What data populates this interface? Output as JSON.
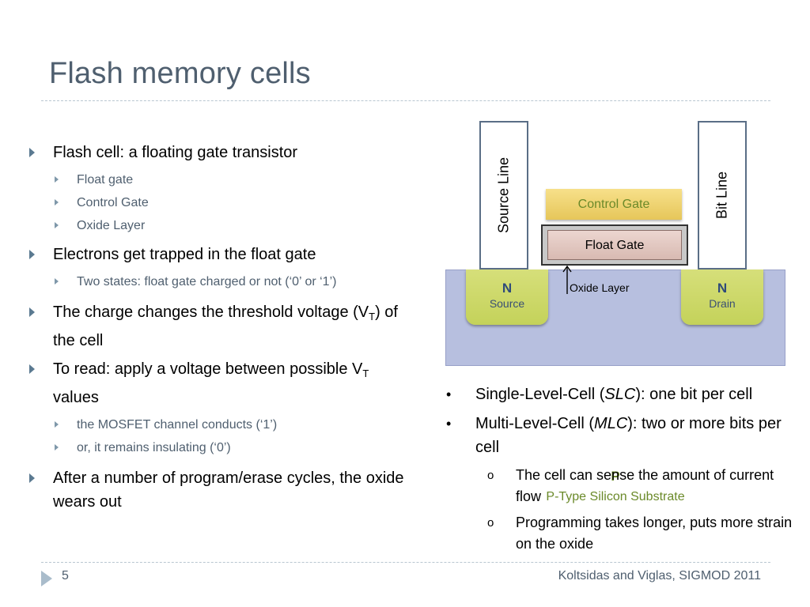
{
  "title": "Flash memory cells",
  "left_bullets": {
    "b1": "Flash cell: a floating gate transistor",
    "b1_subs": [
      "Float gate",
      "Control Gate",
      "Oxide Layer"
    ],
    "b2": "Electrons get trapped in the float gate",
    "b2_subs": [
      "Two states: float gate charged or not (‘0’ or ‘1’)"
    ],
    "b3_pre": "The charge changes the threshold voltage (V",
    "b3_sub": "T",
    "b3_post": ") of the cell",
    "b4_pre": "To read: apply a voltage between possible V",
    "b4_sub": "T",
    "b4_post": " values",
    "b4_subs": [
      "the MOSFET channel conducts (‘1’)",
      "or, it remains insulating (‘0’)"
    ],
    "b5": "After a number of program/erase cycles, the oxide wears out"
  },
  "diagram": {
    "source_line": "Source Line",
    "bit_line": "Bit Line",
    "control_gate": "Control Gate",
    "float_gate": "Float Gate",
    "oxide_layer": "Oxide Layer",
    "source_n": "N",
    "source_label": "Source",
    "drain_n": "N",
    "drain_label": "Drain",
    "p": "P",
    "substrate": "P-Type Silicon Substrate"
  },
  "right_bullets": {
    "slc_pre": "Single-Level-Cell (",
    "slc_em": "SLC",
    "slc_post": "): one bit per cell",
    "mlc_pre": "Multi-Level-Cell (",
    "mlc_em": "MLC",
    "mlc_post": "): two or more bits per cell",
    "mlc_subs": [
      "The cell can sense the amount of current flow",
      "Programming takes longer, puts more strain on the oxide"
    ],
    "bullet_glyph": "•",
    "sub_glyph": "o"
  },
  "footer": {
    "page": "5",
    "credit": "Koltsidas and Viglas, SIGMOD 2011"
  }
}
